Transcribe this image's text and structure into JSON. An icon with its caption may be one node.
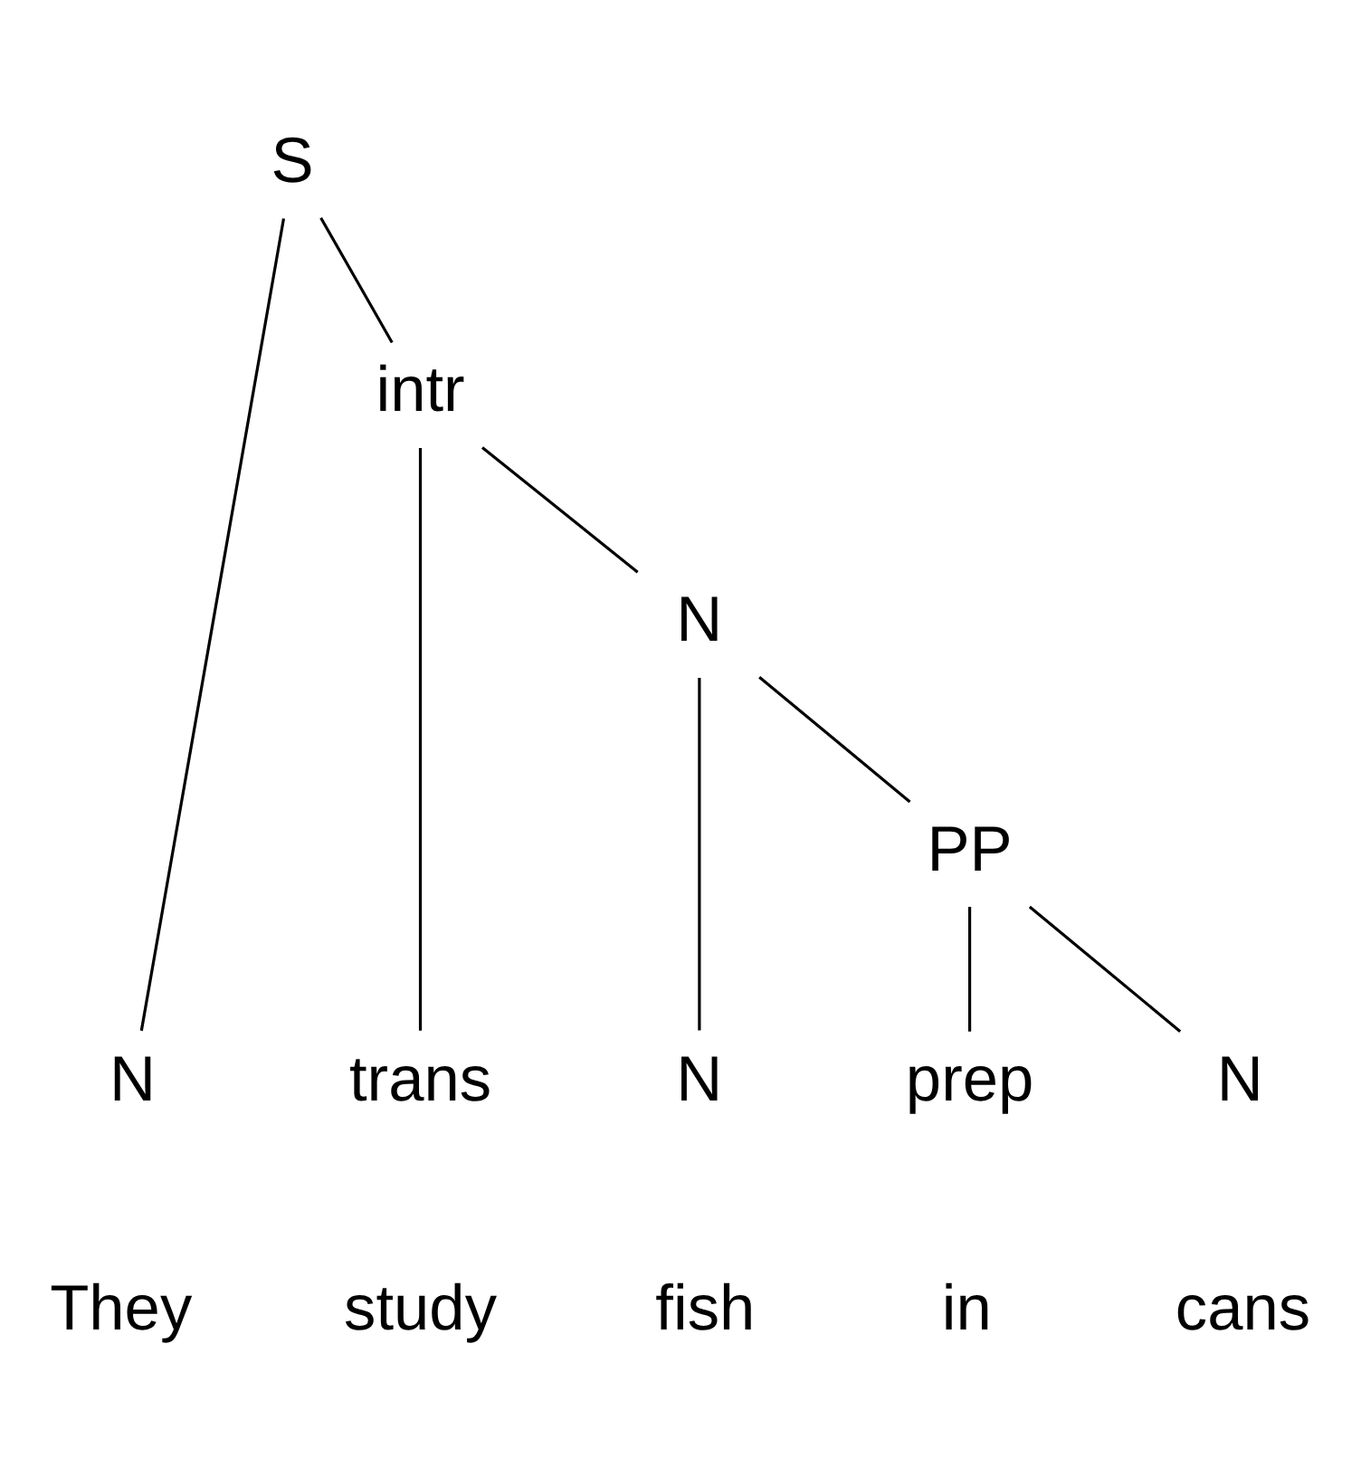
{
  "diagram": {
    "nodes": [
      {
        "text": [
          "S"
        ]
      },
      {
        "text": [
          "intr"
        ]
      },
      {
        "text": [
          "N"
        ]
      },
      {
        "text": [
          "PP"
        ]
      },
      {
        "text": [
          "N"
        ]
      },
      {
        "text": [
          "trans"
        ]
      },
      {
        "text": [
          "N"
        ]
      },
      {
        "text": [
          "prep"
        ]
      },
      {
        "text": [
          "N"
        ]
      }
    ],
    "edges": [
      {
        "from": 0,
        "to": 4,
        "arrow": "none"
      },
      {
        "from": 0,
        "to": 1,
        "arrow": "none"
      },
      {
        "from": 1,
        "to": 5,
        "arrow": "none"
      },
      {
        "from": 1,
        "to": 2,
        "arrow": "none"
      },
      {
        "from": 2,
        "to": 6,
        "arrow": "none"
      },
      {
        "from": 2,
        "to": 3,
        "arrow": "none"
      },
      {
        "from": 3,
        "to": 7,
        "arrow": "none"
      },
      {
        "from": 3,
        "to": 8,
        "arrow": "none"
      }
    ],
    "labels": [
      "They",
      "study",
      "fish",
      "in",
      "cans"
    ]
  }
}
